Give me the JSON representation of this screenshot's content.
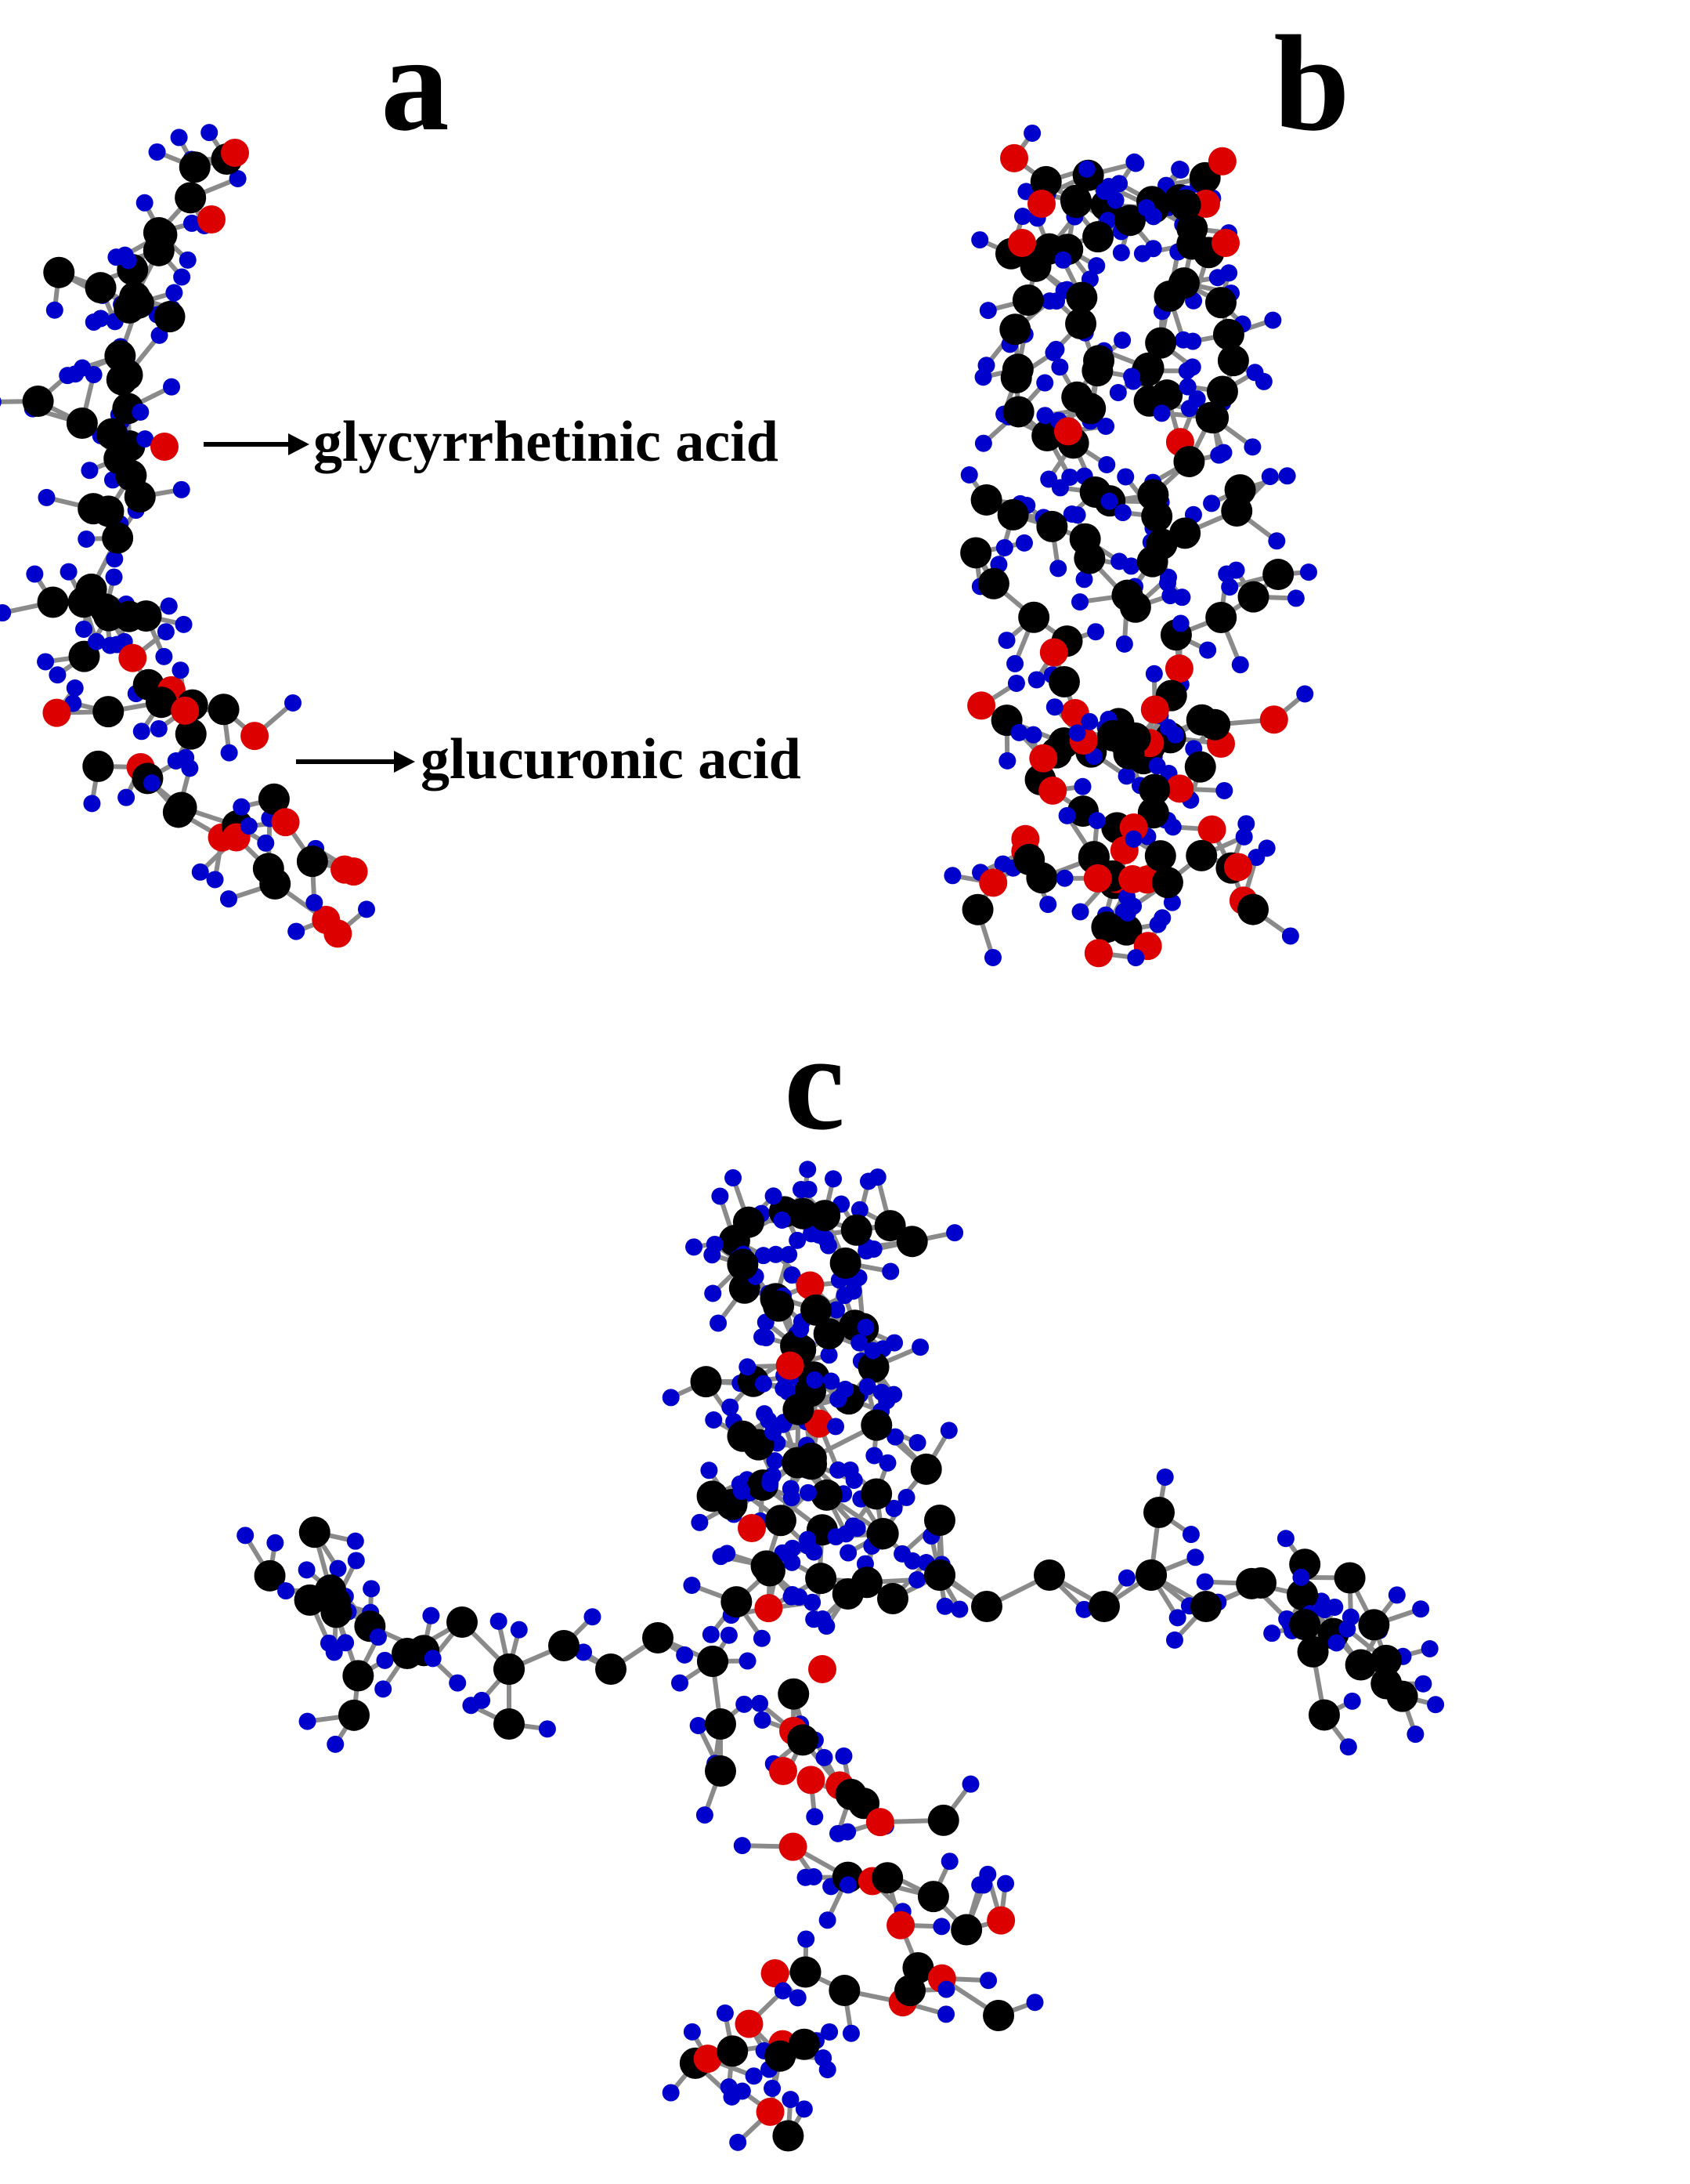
{
  "panels": {
    "a": {
      "letter": "a"
    },
    "b": {
      "letter": "b"
    },
    "c": {
      "letter": "c"
    }
  },
  "annotations": {
    "glycyrrhetinic": "glycyrrhetinic acid",
    "glucuronic": "glucuronic acid"
  },
  "atom_colors": {
    "carbon": "#000000",
    "hydrogen": "#0000cc",
    "oxygen": "#dd0000",
    "bond": "#8a8a8a"
  }
}
